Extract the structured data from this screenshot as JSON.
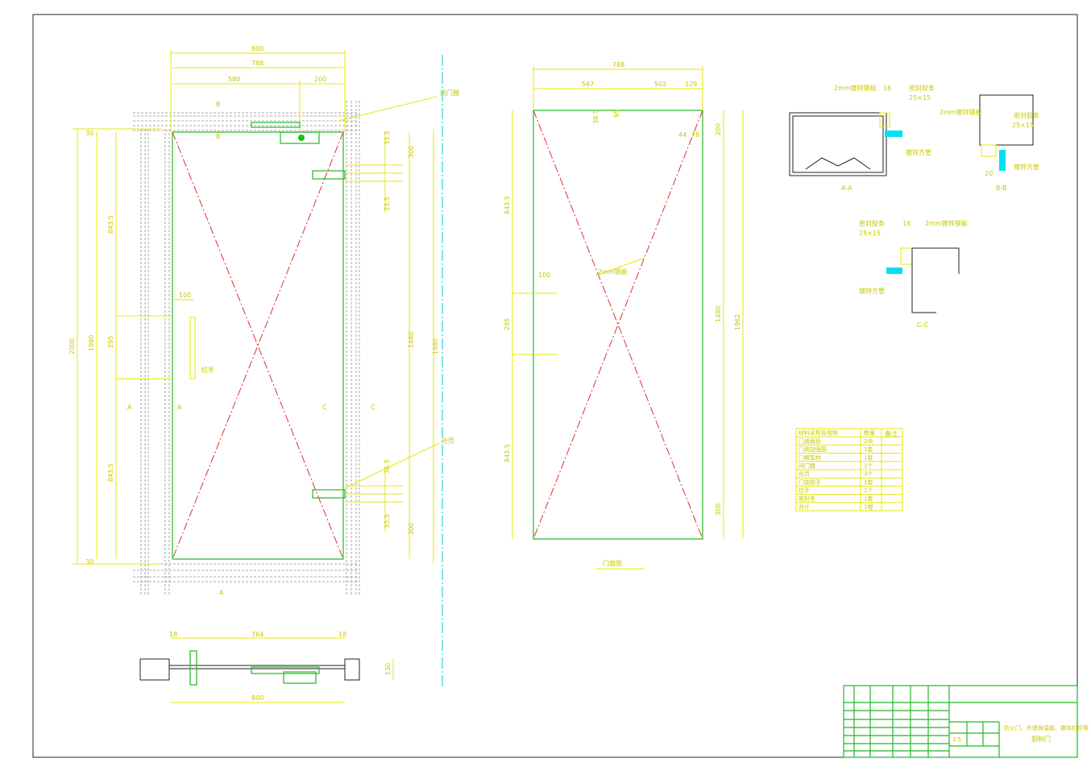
{
  "elevation": {
    "top_dims": [
      "800",
      "788",
      "580",
      "200"
    ],
    "left_dims": [
      "2000",
      "1980",
      "843.5",
      "295",
      "843.5",
      "30",
      "30"
    ],
    "right_dims": [
      "1480",
      "1980",
      "300",
      "300"
    ],
    "hinge_dims_top": [
      "33.5",
      "33.5"
    ],
    "hinge_dims_bottom": [
      "30.5",
      "33.5"
    ],
    "handle_width": "100",
    "callout_top": "闭门器",
    "callout_bottom": "合页",
    "handle_label": "拉手",
    "sections": [
      "B",
      "B",
      "A",
      "A",
      "A",
      "C",
      "C"
    ]
  },
  "plan": {
    "dims": [
      "18",
      "764",
      "18",
      "800",
      "130"
    ]
  },
  "leaf": {
    "top_dims": [
      "788",
      "567",
      "502",
      "129"
    ],
    "small_dims": [
      "38.5",
      "95",
      "44",
      "78"
    ],
    "left_dims": [
      "843.5",
      "295",
      "843.5",
      "100"
    ],
    "right_dims": [
      "1480",
      "1962",
      "200",
      "300"
    ],
    "note": "2mm钢板",
    "caption": "门扇图"
  },
  "details": {
    "aa_label": "A-A",
    "bb_label": "B-B",
    "cc_label": "C-C",
    "note_steel": "2mm镀锌钢板",
    "note_tube": "镀锌方管",
    "tube_size": "25×15",
    "dim_16": "16",
    "dim_20": "20",
    "seal": "密封胶条"
  },
  "schedule": {
    "rows": [
      "材料名称及规格",
      "门扇面板",
      "门扇加强筋",
      "门框型材",
      "闭门器",
      "合页",
      "门锁把手",
      "拉手",
      "密封条",
      "合计"
    ],
    "qty": [
      "数量",
      "2块",
      "1套",
      "1套",
      "1个",
      "3个",
      "1套",
      "1个",
      "1套",
      "1樘"
    ],
    "note_header": "备注"
  },
  "titleblock": {
    "project": "防火门、外墙保温板、楼体栏杆等",
    "drawing": "钢制门",
    "scale": "1:5"
  }
}
